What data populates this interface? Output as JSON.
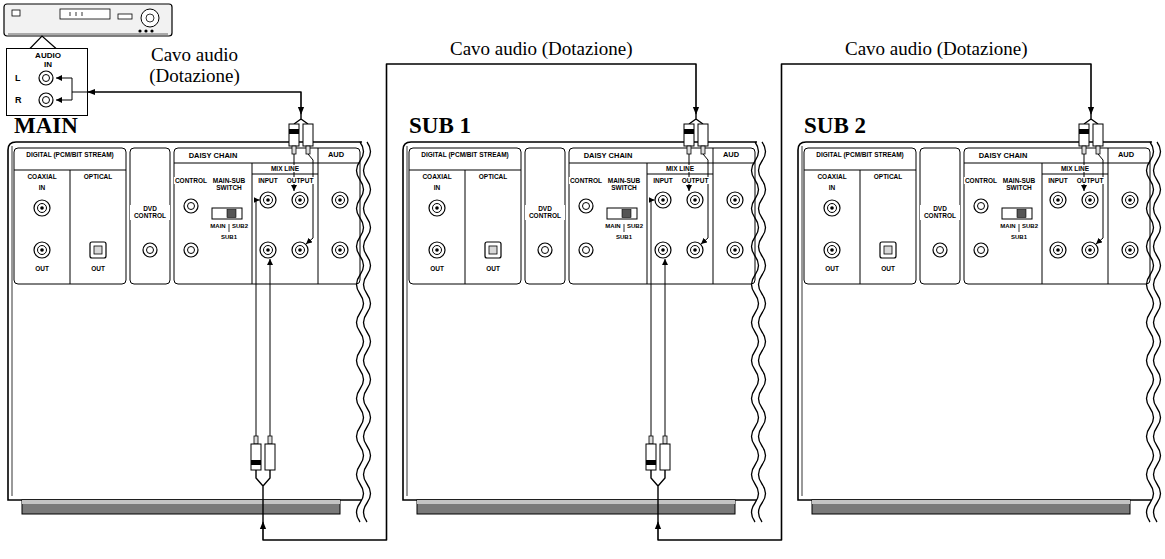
{
  "diagram": {
    "nodes": [
      {
        "text": [
          "AUDIO IN",
          "L",
          "R"
        ]
      },
      {
        "text": [
          "MAIN"
        ]
      },
      {
        "text": [
          "SUB 1"
        ]
      },
      {
        "text": [
          "SUB 2"
        ]
      }
    ],
    "edges": [
      {
        "from": 1,
        "to": 0,
        "arrow": "both",
        "label": "Cavo audio (Dotazione)"
      },
      {
        "from": 2,
        "to": 1,
        "arrow": "both",
        "label": "Cavo audio (Dotazione)"
      },
      {
        "from": 3,
        "to": 2,
        "arrow": "both",
        "label": "Cavo audio (Dotazione)"
      }
    ],
    "labels": [
      "DIGITAL (PCM/BIT STREAM)",
      "COAXIAL",
      "OPTICAL",
      "IN",
      "OUT",
      "OUT",
      "DVD CONTROL",
      "DAISY CHAIN",
      "CONTROL",
      "MAIN-SUB SWITCH",
      "MAIN",
      "SUB2",
      "SUB1",
      "MIX LINE",
      "INPUT",
      "OUTPUT",
      "AUD",
      "DIGITAL (PCM/BIT STREAM)",
      "COAXIAL",
      "OPTICAL",
      "IN",
      "OUT",
      "OUT",
      "DVD CONTROL",
      "DAISY CHAIN",
      "CONTROL",
      "MAIN-SUB SWITCH",
      "MAIN",
      "SUB2",
      "SUB1",
      "MIX LINE",
      "INPUT",
      "OUTPUT",
      "AUD",
      "DIGITAL (PCM/BIT STREAM)",
      "COAXIAL",
      "OPTICAL",
      "IN",
      "OUT",
      "OUT",
      "DVD CONTROL",
      "DAISY CHAIN",
      "CONTROL",
      "MAIN-SUB SWITCH",
      "MAIN",
      "SUB2",
      "SUB1",
      "MIX LINE",
      "INPUT",
      "OUTPUT",
      "AUD"
    ]
  }
}
